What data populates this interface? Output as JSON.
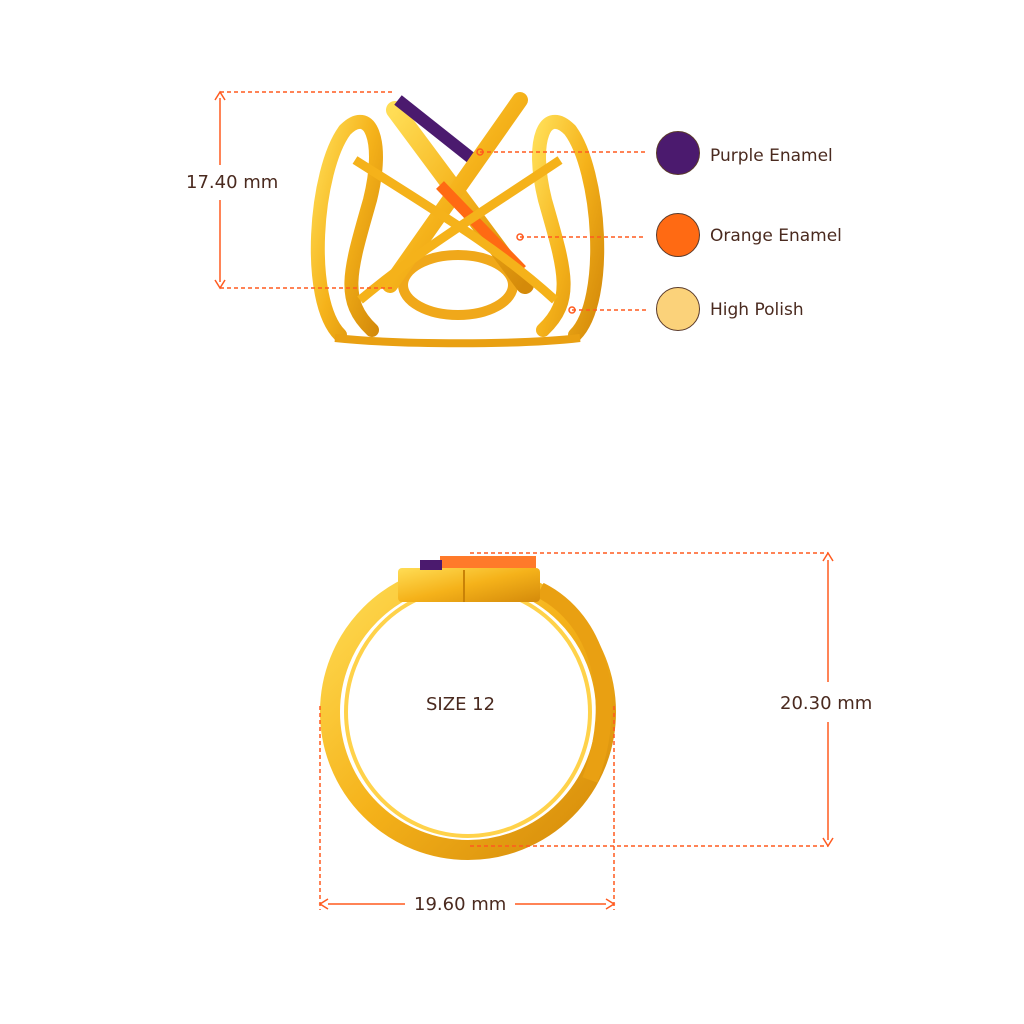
{
  "dimensions": {
    "height": "17.40 mm",
    "outer_height": "20.30 mm",
    "width": "19.60 mm",
    "size": "SIZE 12"
  },
  "legend": [
    {
      "label": "Purple Enamel",
      "color": "#4b1a6e",
      "icon": "purple-enamel-swatch"
    },
    {
      "label": "Orange Enamel",
      "color": "#ff6a13",
      "icon": "orange-enamel-swatch"
    },
    {
      "label": "High Polish",
      "color": "#fbd27a",
      "icon": "high-polish-swatch"
    }
  ],
  "colors": {
    "dimension_line": "#ff5a1f",
    "gold": "#f5b21a",
    "gold_dark": "#d48a0a",
    "gold_light": "#ffd24a",
    "text": "#4a2a1f"
  }
}
